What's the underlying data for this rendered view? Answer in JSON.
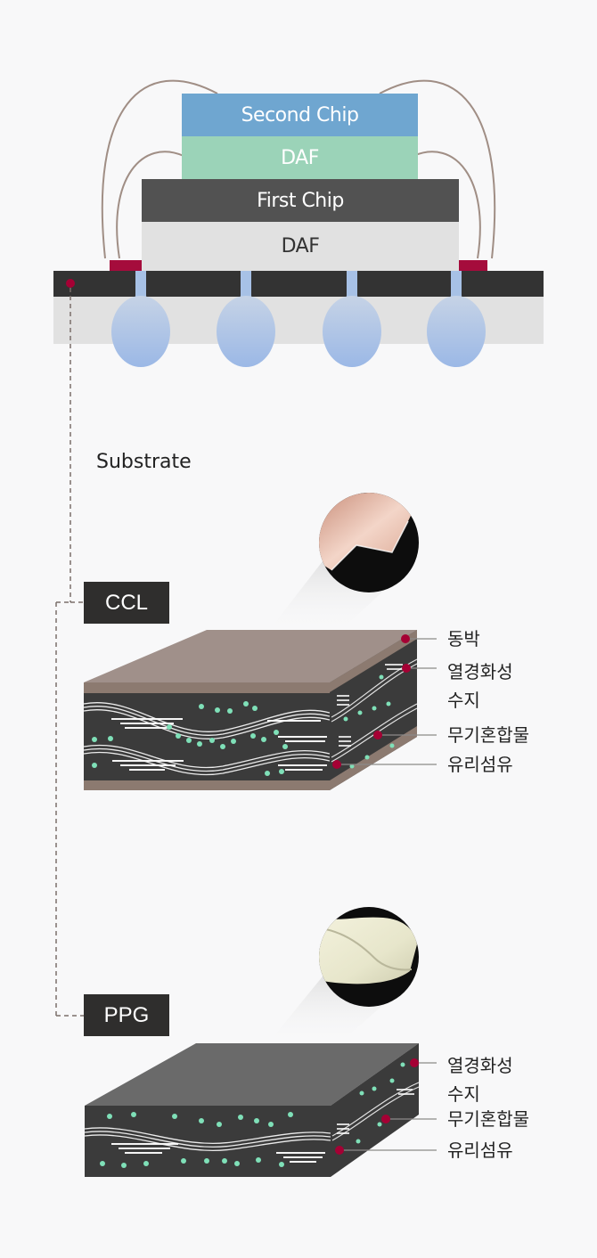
{
  "package": {
    "second_chip": "Second Chip",
    "daf_top": "DAF",
    "first_chip": "First Chip",
    "daf_bottom": "DAF"
  },
  "substrate_label": "Substrate",
  "ccl": {
    "tag": "CCL",
    "labels": [
      "동박",
      "열경화성\n수지",
      "무기혼합물",
      "유리섬유"
    ]
  },
  "ppg": {
    "tag": "PPG",
    "labels": [
      "열경화성\n수지",
      "무기혼합물",
      "유리섬유"
    ]
  },
  "colors": {
    "second_chip": "#6fa6d0",
    "daf_top": "#9bd3b8",
    "first_chip": "#525252",
    "daf_bottom": "#e1e1e1",
    "substrate_dark": "#333333",
    "pad": "#a50c3c",
    "ball": "#a7c1e6",
    "copper": "#a08b7e",
    "resin": "#3b3b3b",
    "filler": "#7fe0b8",
    "marker": "#a50034"
  }
}
